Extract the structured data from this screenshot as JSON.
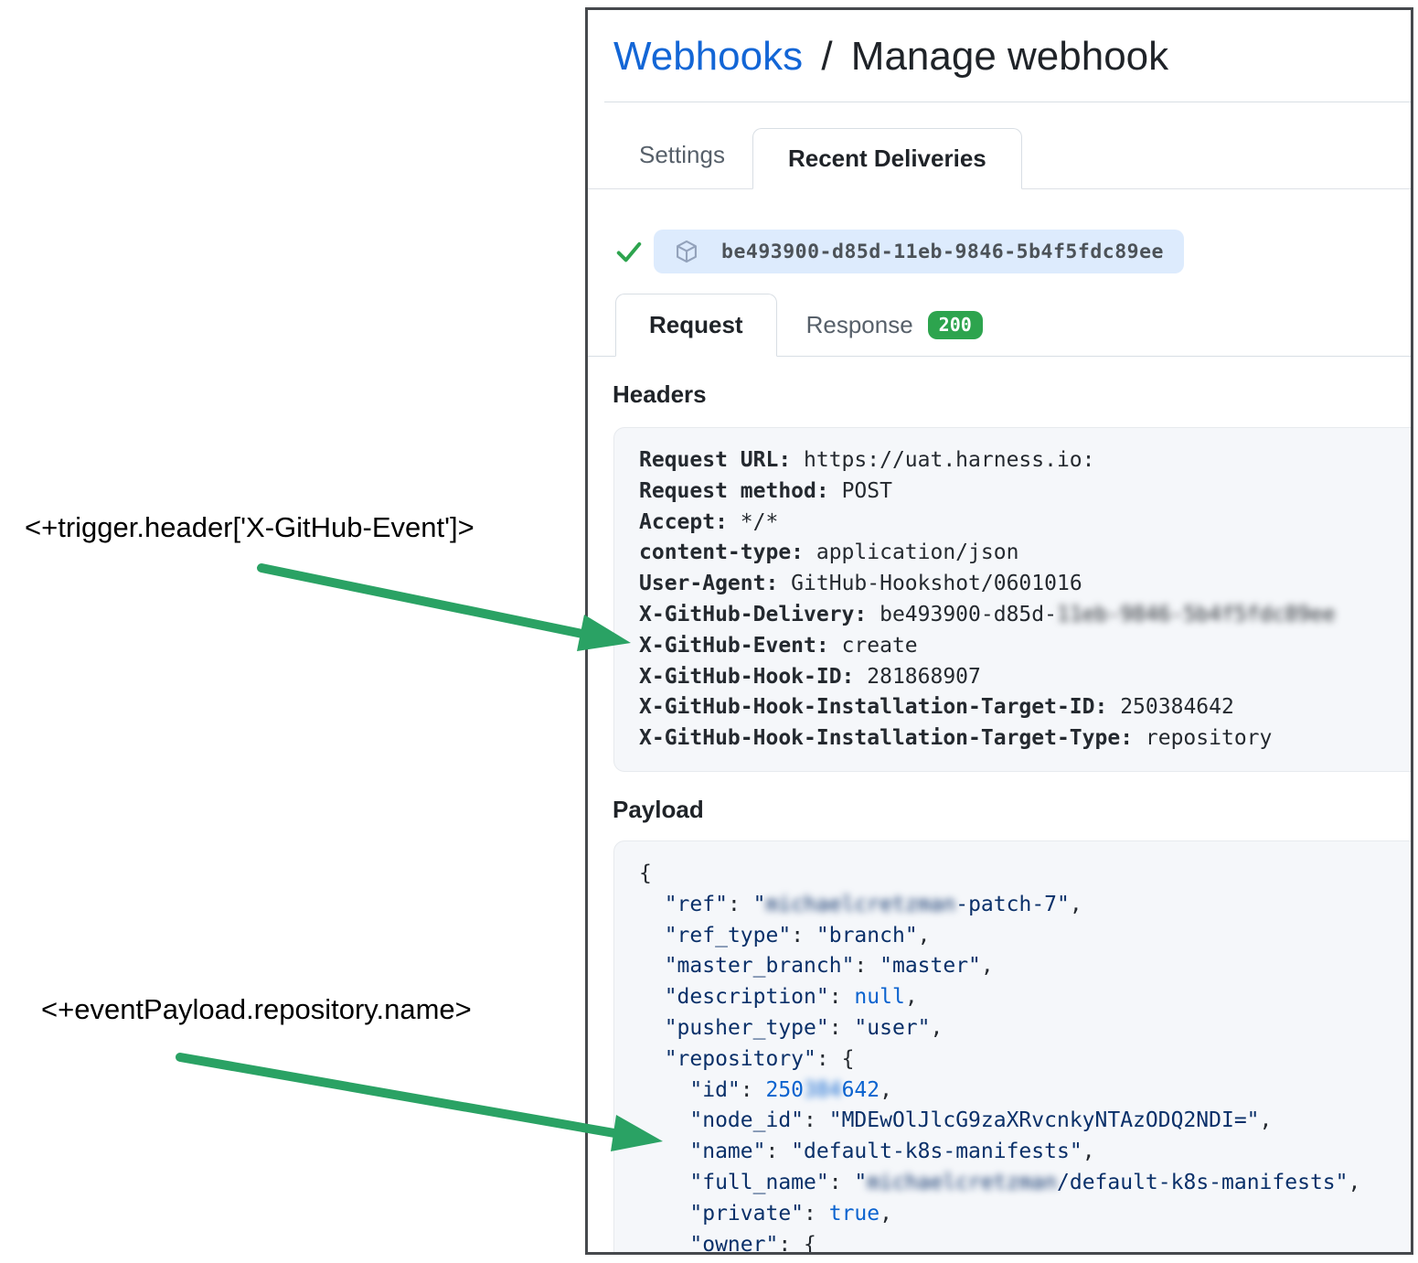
{
  "colors": {
    "link": "#1366d6",
    "green": "#2da44e",
    "arrow": "#2aa264",
    "navy": "#0a3069",
    "blue": "#0b63cf",
    "pill": "#ddebfd"
  },
  "annotations": [
    {
      "text": "<+trigger.header['X-GitHub-Event']>"
    },
    {
      "text": "<+eventPayload.repository.name>"
    }
  ],
  "breadcrumb": {
    "link": "Webhooks",
    "separator": "/",
    "current": "Manage webhook"
  },
  "tabs": [
    {
      "label": "Settings",
      "active": false
    },
    {
      "label": "Recent Deliveries",
      "active": true
    }
  ],
  "delivery": {
    "status_icon": "check-icon",
    "package_icon": "package-icon",
    "guid": "be493900-d85d-11eb-9846-5b4f5fdc89ee"
  },
  "subtabs": [
    {
      "label": "Request",
      "active": true
    },
    {
      "label": "Response",
      "active": false,
      "badge": "200"
    }
  ],
  "headers_section": {
    "title": "Headers",
    "lines": [
      [
        {
          "t": "Request URL:",
          "c": "hl"
        },
        {
          "t": " https://uat.harness.io:",
          "c": "hv"
        }
      ],
      [
        {
          "t": "Request method:",
          "c": "hl"
        },
        {
          "t": " POST",
          "c": "hv"
        }
      ],
      [
        {
          "t": "Accept:",
          "c": "hl"
        },
        {
          "t": " */*",
          "c": "hv"
        }
      ],
      [
        {
          "t": "content-type:",
          "c": "hl"
        },
        {
          "t": " application/json",
          "c": "hv"
        }
      ],
      [
        {
          "t": "User-Agent:",
          "c": "hl"
        },
        {
          "t": " GitHub-Hookshot/0601016",
          "c": "hv"
        }
      ],
      [
        {
          "t": "X-GitHub-Delivery:",
          "c": "hl"
        },
        {
          "t": " be493900-d85d-",
          "c": "hv"
        },
        {
          "t": "11eb-9846-5b4f5fdc89ee",
          "c": "hv",
          "blur": true
        }
      ],
      [
        {
          "t": "X-GitHub-Event:",
          "c": "hl"
        },
        {
          "t": " create",
          "c": "hv"
        }
      ],
      [
        {
          "t": "X-GitHub-Hook-ID:",
          "c": "hl"
        },
        {
          "t": " 281868907",
          "c": "hv"
        }
      ],
      [
        {
          "t": "X-GitHub-Hook-Installation-Target-ID:",
          "c": "hl"
        },
        {
          "t": " 250384642",
          "c": "hv"
        }
      ],
      [
        {
          "t": "X-GitHub-Hook-Installation-Target-Type:",
          "c": "hl"
        },
        {
          "t": " repository",
          "c": "hv"
        }
      ]
    ]
  },
  "payload_section": {
    "title": "Payload",
    "lines": [
      [
        {
          "t": "{",
          "c": "p"
        }
      ],
      [
        {
          "t": "  ",
          "c": "p"
        },
        {
          "t": "\"ref\"",
          "c": "k"
        },
        {
          "t": ": ",
          "c": "p"
        },
        {
          "t": "\"",
          "c": "s"
        },
        {
          "t": "michaelcretzman",
          "c": "s",
          "blur": true
        },
        {
          "t": "-patch-7\"",
          "c": "s"
        },
        {
          "t": ",",
          "c": "p"
        }
      ],
      [
        {
          "t": "  ",
          "c": "p"
        },
        {
          "t": "\"ref_type\"",
          "c": "k"
        },
        {
          "t": ": ",
          "c": "p"
        },
        {
          "t": "\"branch\"",
          "c": "s"
        },
        {
          "t": ",",
          "c": "p"
        }
      ],
      [
        {
          "t": "  ",
          "c": "p"
        },
        {
          "t": "\"master_branch\"",
          "c": "k"
        },
        {
          "t": ": ",
          "c": "p"
        },
        {
          "t": "\"master\"",
          "c": "s"
        },
        {
          "t": ",",
          "c": "p"
        }
      ],
      [
        {
          "t": "  ",
          "c": "p"
        },
        {
          "t": "\"description\"",
          "c": "k"
        },
        {
          "t": ": ",
          "c": "p"
        },
        {
          "t": "null",
          "c": "kw"
        },
        {
          "t": ",",
          "c": "p"
        }
      ],
      [
        {
          "t": "  ",
          "c": "p"
        },
        {
          "t": "\"pusher_type\"",
          "c": "k"
        },
        {
          "t": ": ",
          "c": "p"
        },
        {
          "t": "\"user\"",
          "c": "s"
        },
        {
          "t": ",",
          "c": "p"
        }
      ],
      [
        {
          "t": "  ",
          "c": "p"
        },
        {
          "t": "\"repository\"",
          "c": "k"
        },
        {
          "t": ": {",
          "c": "p"
        }
      ],
      [
        {
          "t": "    ",
          "c": "p"
        },
        {
          "t": "\"id\"",
          "c": "k"
        },
        {
          "t": ": ",
          "c": "p"
        },
        {
          "t": "250",
          "c": "n"
        },
        {
          "t": "384",
          "c": "n",
          "blur": true
        },
        {
          "t": "642",
          "c": "n"
        },
        {
          "t": ",",
          "c": "p"
        }
      ],
      [
        {
          "t": "    ",
          "c": "p"
        },
        {
          "t": "\"node_id\"",
          "c": "k"
        },
        {
          "t": ": ",
          "c": "p"
        },
        {
          "t": "\"MDEwOlJlcG9zaXRvcnkyNTAzODQ2NDI=\"",
          "c": "s"
        },
        {
          "t": ",",
          "c": "p"
        }
      ],
      [
        {
          "t": "    ",
          "c": "p"
        },
        {
          "t": "\"name\"",
          "c": "k"
        },
        {
          "t": ": ",
          "c": "p"
        },
        {
          "t": "\"default-k8s-manifests\"",
          "c": "s"
        },
        {
          "t": ",",
          "c": "p"
        }
      ],
      [
        {
          "t": "    ",
          "c": "p"
        },
        {
          "t": "\"full_name\"",
          "c": "k"
        },
        {
          "t": ": ",
          "c": "p"
        },
        {
          "t": "\"",
          "c": "s"
        },
        {
          "t": "michaelcretzman",
          "c": "s",
          "blur": true
        },
        {
          "t": "/default-k8s-manifests\"",
          "c": "s"
        },
        {
          "t": ",",
          "c": "p"
        }
      ],
      [
        {
          "t": "    ",
          "c": "p"
        },
        {
          "t": "\"private\"",
          "c": "k"
        },
        {
          "t": ": ",
          "c": "p"
        },
        {
          "t": "true",
          "c": "kw"
        },
        {
          "t": ",",
          "c": "p"
        }
      ],
      [
        {
          "t": "    ",
          "c": "p"
        },
        {
          "t": "\"owner\"",
          "c": "k"
        },
        {
          "t": ": {",
          "c": "p"
        }
      ]
    ]
  }
}
